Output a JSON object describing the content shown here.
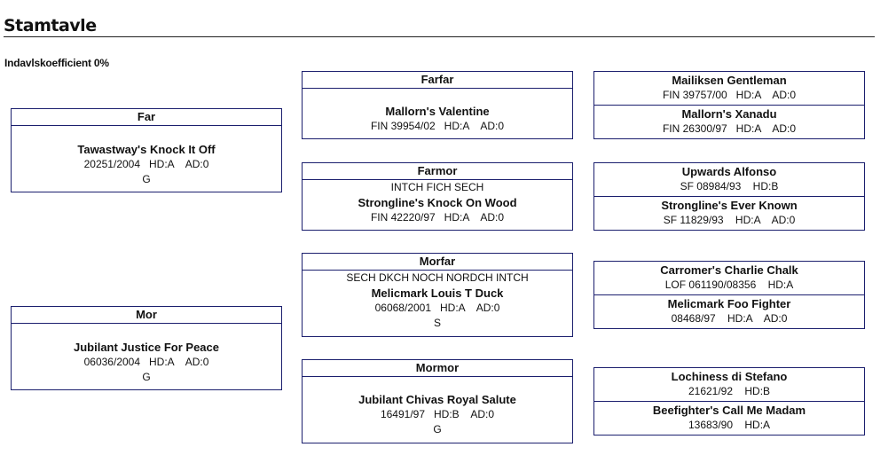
{
  "page": {
    "title": "Stamtavle",
    "inbreeding": "Indavlskoefficient 0%"
  },
  "parents": {
    "far": {
      "label": "Far",
      "name": "Tawastway's Knock It Off",
      "reg": "20251/2004   HD:A    AD:0",
      "extra": "G"
    },
    "mor": {
      "label": "Mor",
      "name": "Jubilant Justice For Peace",
      "reg": "06036/2004   HD:A    AD:0",
      "extra": "G"
    }
  },
  "grandparents": {
    "farfar": {
      "label": "Farfar",
      "titles": "",
      "name": "Mallorn's Valentine",
      "reg": "FIN 39954/02   HD:A    AD:0",
      "extra": ""
    },
    "farmor": {
      "label": "Farmor",
      "titles": "INTCH FICH SECH",
      "name": "Strongline's Knock On Wood",
      "reg": "FIN 42220/97   HD:A    AD:0",
      "extra": ""
    },
    "morfar": {
      "label": "Morfar",
      "titles": "SECH DKCH NOCH NORDCH INTCH",
      "name": "Melicmark Louis T Duck",
      "reg": "06068/2001   HD:A    AD:0",
      "extra": "S"
    },
    "mormor": {
      "label": "Mormor",
      "titles": "",
      "name": "Jubilant Chivas Royal Salute",
      "reg": "16491/97   HD:B    AD:0",
      "extra": "G"
    }
  },
  "great_grandparents": [
    {
      "top": {
        "name": "Mailiksen Gentleman",
        "reg": "FIN 39757/00   HD:A    AD:0"
      },
      "bottom": {
        "name": "Mallorn's Xanadu",
        "reg": "FIN 26300/97   HD:A    AD:0"
      }
    },
    {
      "top": {
        "name": "Upwards Alfonso",
        "reg": "SF 08984/93    HD:B"
      },
      "bottom": {
        "name": "Strongline's Ever Known",
        "reg": "SF 11829/93    HD:A    AD:0"
      }
    },
    {
      "top": {
        "name": "Carromer's Charlie Chalk",
        "reg": "LOF 061190/08356    HD:A"
      },
      "bottom": {
        "name": "Melicmark Foo Fighter",
        "reg": "08468/97    HD:A    AD:0"
      }
    },
    {
      "top": {
        "name": "Lochiness di Stefano",
        "reg": "21621/92    HD:B"
      },
      "bottom": {
        "name": "Beefighter's Call Me Madam",
        "reg": "13683/90    HD:A"
      }
    }
  ]
}
